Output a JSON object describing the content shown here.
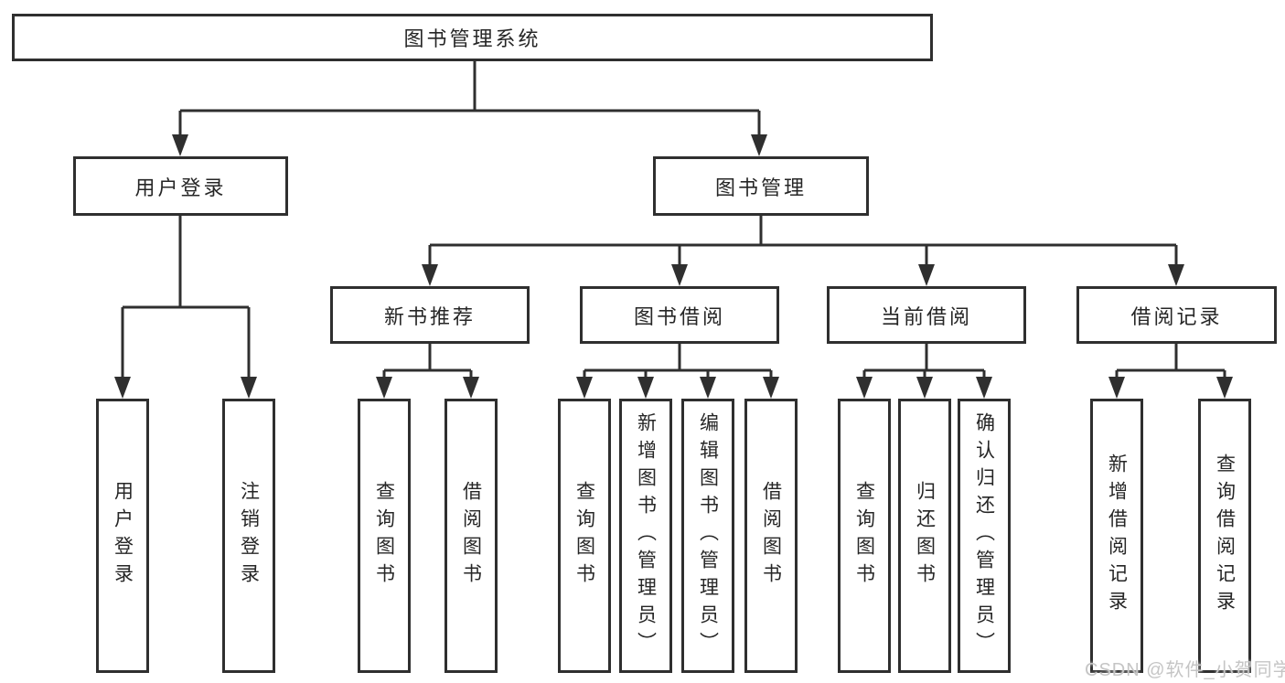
{
  "colors": {
    "line": "#2f2f2f",
    "text": "#262626",
    "background": "#ffffff",
    "watermark": "#c5c5c5"
  },
  "watermark": {
    "text": "CSDN @软件_小贺同学"
  },
  "tree": {
    "label": "图书管理系统",
    "children": [
      {
        "label": "用户登录",
        "children": [
          {
            "label": "用户登录"
          },
          {
            "label": "注销登录"
          }
        ]
      },
      {
        "label": "图书管理",
        "children": [
          {
            "label": "新书推荐",
            "children": [
              {
                "label": "查询图书"
              },
              {
                "label": "借阅图书"
              }
            ]
          },
          {
            "label": "图书借阅",
            "children": [
              {
                "label": "查询图书"
              },
              {
                "label": "新增图书（管理员）"
              },
              {
                "label": "编辑图书（管理员）"
              },
              {
                "label": "借阅图书"
              }
            ]
          },
          {
            "label": "当前借阅",
            "children": [
              {
                "label": "查询图书"
              },
              {
                "label": "归还图书"
              },
              {
                "label": "确认归还（管理员）"
              }
            ]
          },
          {
            "label": "借阅记录",
            "children": [
              {
                "label": "新增借阅记录"
              },
              {
                "label": "查询借阅记录"
              }
            ]
          }
        ]
      }
    ]
  }
}
